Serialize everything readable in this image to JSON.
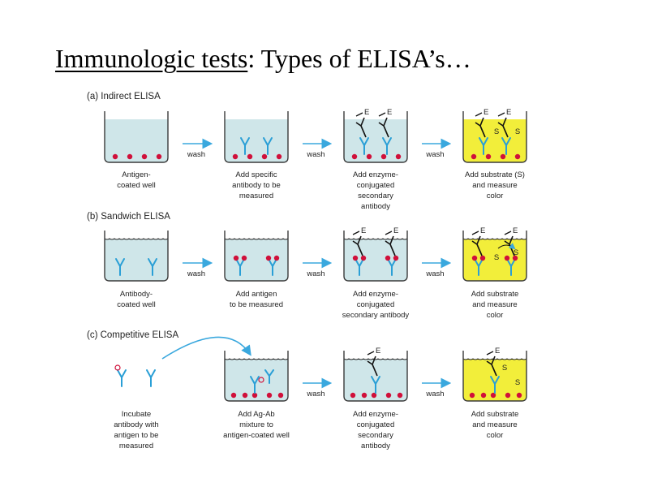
{
  "title": {
    "main": "Immunologic tests",
    "suffix": ":  Types of ELISA’s…"
  },
  "colors": {
    "liquid": "#cfe6e9",
    "substrate": "#f2ee3a",
    "antigen": "#d0103a",
    "antibody": "#2a9fd6",
    "arrow": "#3aa8de",
    "well_outline": "#3a3a3a"
  },
  "sections": [
    {
      "label": "(a) Indirect ELISA",
      "wash": "wash",
      "steps": [
        {
          "caption": [
            "Antigen-",
            "coated well"
          ]
        },
        {
          "caption": [
            "Add specific",
            "antibody to be",
            "measured"
          ]
        },
        {
          "caption": [
            "Add enzyme-",
            "conjugated",
            "secondary",
            "antibody"
          ]
        },
        {
          "caption": [
            "Add substrate (S)",
            "and measure",
            "color"
          ]
        }
      ],
      "marks": {
        "enzyme": "E",
        "substrate": "S"
      }
    },
    {
      "label": "(b) Sandwich ELISA",
      "wash": "wash",
      "steps": [
        {
          "caption": [
            "Antibody-",
            "coated well"
          ]
        },
        {
          "caption": [
            "Add antigen",
            "to be measured"
          ]
        },
        {
          "caption": [
            "Add enzyme-",
            "conjugated",
            "secondary antibody"
          ]
        },
        {
          "caption": [
            "Add substrate",
            "and measure",
            "color"
          ]
        }
      ],
      "marks": {
        "enzyme": "E",
        "substrate": "S"
      }
    },
    {
      "label": "(c) Competitive ELISA",
      "wash": "wash",
      "steps": [
        {
          "caption": [
            "Incubate",
            "antibody with",
            "antigen to be",
            "measured"
          ]
        },
        {
          "caption": [
            "Add Ag-Ab",
            "mixture to",
            "antigen-coated well"
          ]
        },
        {
          "caption": [
            "Add enzyme-",
            "conjugated",
            "secondary",
            "antibody"
          ]
        },
        {
          "caption": [
            "Add substrate",
            "and measure",
            "color"
          ]
        }
      ],
      "marks": {
        "enzyme": "E",
        "substrate": "S"
      }
    }
  ]
}
